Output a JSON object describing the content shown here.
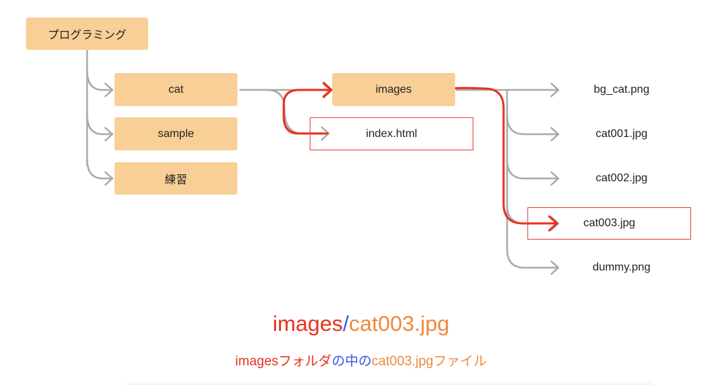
{
  "tree": {
    "root": "プログラミング",
    "folders": [
      "cat",
      "sample",
      "練習"
    ],
    "cat_children": [
      "images",
      "index.html"
    ],
    "images_children": [
      "bg_cat.png",
      "cat001.jpg",
      "cat002.jpg",
      "cat003.jpg",
      "dummy.png"
    ]
  },
  "path": {
    "part1": "images",
    "sep": "/",
    "part2": "cat003.jpg"
  },
  "description": {
    "part1": "imagesフォルダ",
    "part2": "の中の",
    "part3": "cat003.jpg",
    "part4": "ファイル"
  },
  "colors": {
    "folder_bg": "#f8cf96",
    "connector": "#aaaaaa",
    "highlight_red": "#e0423a",
    "separator_blue": "#3b55e6",
    "filename_orange": "#f0883e"
  }
}
